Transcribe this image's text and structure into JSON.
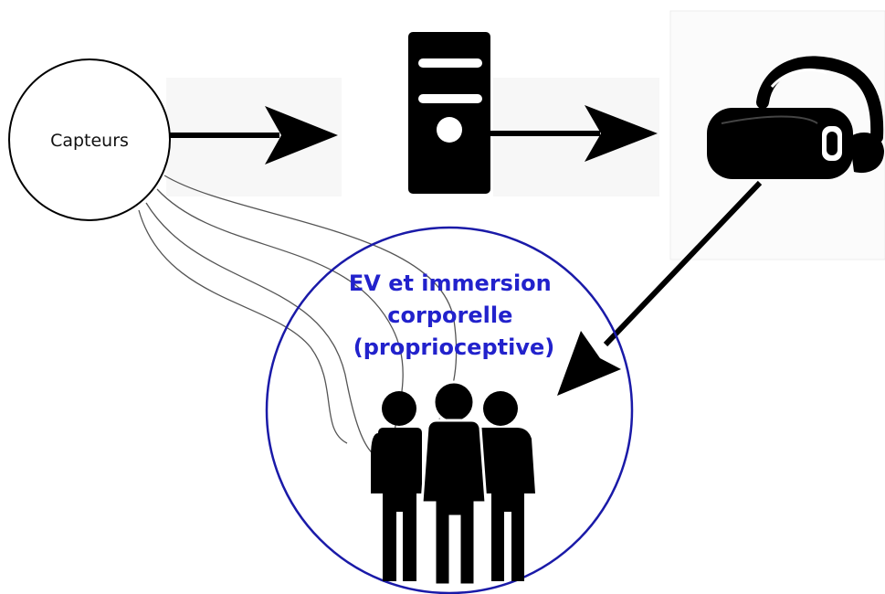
{
  "sensors": {
    "label": "Capteurs"
  },
  "group": {
    "title_lines": [
      "EV et immersion",
      "corporelle",
      "(proprioceptive)"
    ]
  },
  "nodes": {
    "computer": "computer-tower-icon",
    "headset": "vr-headset-icon",
    "users": "group-of-people-icon"
  },
  "colors": {
    "group_circle": "#1a1aa8",
    "group_text": "#2222cc",
    "ink": "#000000"
  }
}
